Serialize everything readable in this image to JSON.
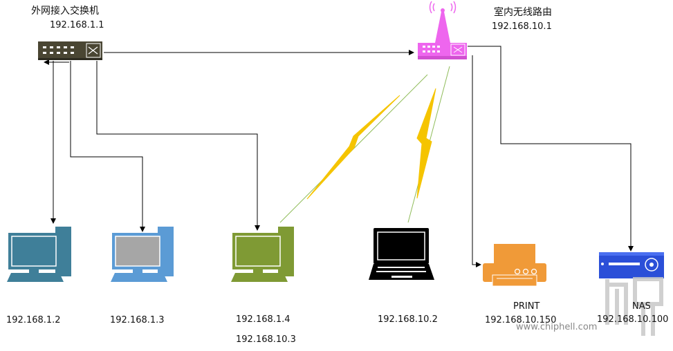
{
  "switch": {
    "title": "外网接入交换机",
    "ip": "192.168.1.1"
  },
  "router": {
    "title": "室内无线路由",
    "ip": "192.168.10.1"
  },
  "devices": {
    "pc1": {
      "ip": "192.168.1.2"
    },
    "pc2": {
      "ip": "192.168.1.3"
    },
    "pc3": {
      "ip": "192.168.1.4",
      "ip2": "192.168.10.3"
    },
    "laptop": {
      "ip": "192.168.10.2"
    },
    "printer": {
      "name": "PRINT",
      "ip": "192.168.10.150"
    },
    "nas": {
      "name": "NAS",
      "ip": "192.168.10.100"
    }
  },
  "watermark": {
    "site": "www.chiphell.com"
  },
  "colors": {
    "switch": "#4a4633",
    "router": "#ee66ee",
    "pc1": "#3f7f99",
    "pc2": "#5b9bd5",
    "pc3": "#7f9a34",
    "laptop": "#000000",
    "printer": "#f09a38",
    "nas": "#2b4fd8",
    "wireless": "#f5c400",
    "wireless_line": "#8fbc5a"
  },
  "icons": [
    "switch-icon",
    "router-icon",
    "desktop-icon",
    "laptop-icon",
    "printer-icon",
    "nas-icon",
    "lightning-icon"
  ]
}
